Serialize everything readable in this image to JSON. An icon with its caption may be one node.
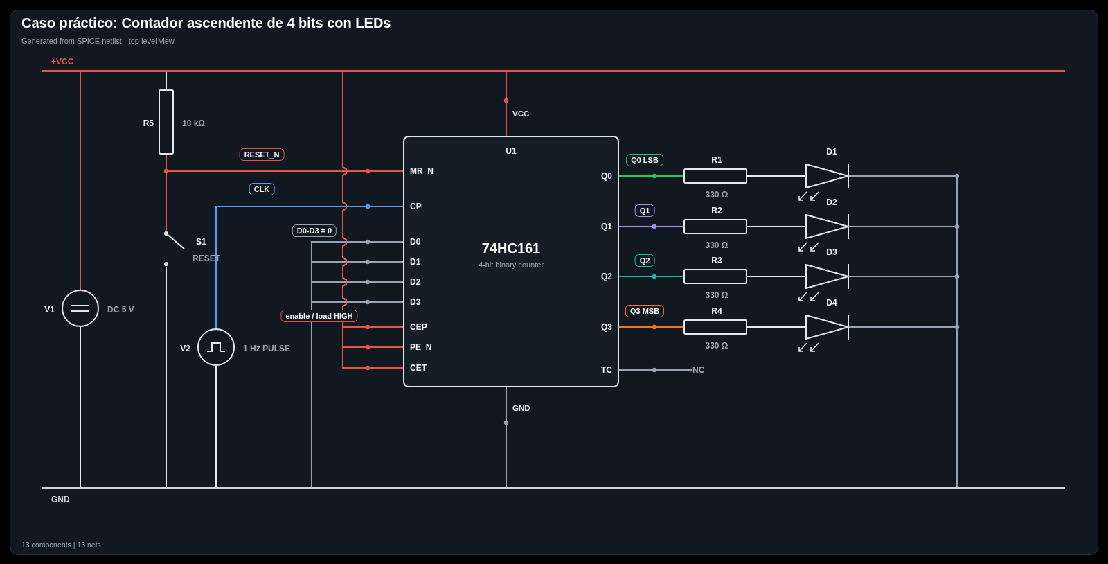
{
  "diagram": {
    "title": "Caso práctico: Contador ascendente de 4 bits con LEDs",
    "caption": "13 components | 13 nets",
    "nodes": [
      {
        "text": [
          "+VCC"
        ]
      },
      {
        "text": [
          "GND"
        ]
      },
      {
        "text": [
          "R5"
        ],
        "beside": [
          "10 kΩ"
        ]
      },
      {
        "text": [
          "S1"
        ],
        "beside": [
          "RESET"
        ]
      },
      {
        "text": [
          "V1"
        ],
        "beside": [
          "DC 5 V"
        ]
      },
      {
        "text": [
          "V2"
        ],
        "beside": [
          "1 Hz PULSE"
        ]
      },
      {
        "text": [
          "U1",
          "74HC161",
          "4-bit binary counter"
        ]
      },
      {
        "text": [
          "MR_N"
        ],
        "in": 6
      },
      {
        "text": [
          "CP"
        ],
        "in": 6
      },
      {
        "text": [
          "D0"
        ],
        "in": 6
      },
      {
        "text": [
          "D1"
        ],
        "in": 6
      },
      {
        "text": [
          "D2"
        ],
        "in": 6
      },
      {
        "text": [
          "D3"
        ],
        "in": 6
      },
      {
        "text": [
          "CEP"
        ],
        "in": 6
      },
      {
        "text": [
          "PE_N"
        ],
        "in": 6
      },
      {
        "text": [
          "CET"
        ],
        "in": 6
      },
      {
        "text": [
          "Q0"
        ],
        "in": 6
      },
      {
        "text": [
          "Q1"
        ],
        "in": 6
      },
      {
        "text": [
          "Q2"
        ],
        "in": 6
      },
      {
        "text": [
          "Q3"
        ],
        "in": 6
      },
      {
        "text": [
          "TC"
        ],
        "in": 6
      },
      {
        "text": [
          "R1"
        ],
        "beside": [
          "330 Ω"
        ]
      },
      {
        "text": [
          "R2"
        ],
        "beside": [
          "330 Ω"
        ]
      },
      {
        "text": [
          "R3"
        ],
        "beside": [
          "330 Ω"
        ]
      },
      {
        "text": [
          "R4"
        ],
        "beside": [
          "330 Ω"
        ]
      },
      {
        "text": [
          "D1"
        ]
      },
      {
        "text": [
          "D2"
        ]
      },
      {
        "text": [
          "D3"
        ]
      },
      {
        "text": [
          "D4"
        ]
      },
      {
        "text": [
          "NC"
        ]
      }
    ],
    "edges": [
      {
        "from": 4,
        "to": 0,
        "arrow": "none",
        "color": "#e5534b"
      },
      {
        "from": 4,
        "to": 1,
        "arrow": "none"
      },
      {
        "from": 0,
        "to": 2,
        "arrow": "none"
      },
      {
        "from": 2,
        "to": 7,
        "arrow": "none",
        "label": "RESET_N",
        "color": "#e5534b"
      },
      {
        "from": 2,
        "to": 3,
        "arrow": "none",
        "color": "#e5534b"
      },
      {
        "from": 3,
        "to": 1,
        "arrow": "none"
      },
      {
        "from": 5,
        "to": 8,
        "arrow": "none",
        "label": "CLK",
        "color": "#5b9cf0"
      },
      {
        "from": 5,
        "to": 1,
        "arrow": "none"
      },
      {
        "from": 1,
        "to": 9,
        "arrow": "none",
        "label": "D0-D3 = 0",
        "color": "#94a3b8"
      },
      {
        "from": 1,
        "to": 10,
        "arrow": "none",
        "color": "#94a3b8"
      },
      {
        "from": 1,
        "to": 11,
        "arrow": "none",
        "color": "#94a3b8"
      },
      {
        "from": 1,
        "to": 12,
        "arrow": "none",
        "color": "#94a3b8"
      },
      {
        "from": 0,
        "to": 13,
        "arrow": "none",
        "label": "enable / load HIGH",
        "color": "#e5534b"
      },
      {
        "from": 0,
        "to": 14,
        "arrow": "none",
        "color": "#e5534b"
      },
      {
        "from": 0,
        "to": 15,
        "arrow": "none",
        "color": "#e5534b"
      },
      {
        "from": 0,
        "to": 6,
        "arrow": "none",
        "label": "VCC",
        "color": "#e5534b"
      },
      {
        "from": 6,
        "to": 1,
        "arrow": "none",
        "label": "GND",
        "color": "#94a3b8"
      },
      {
        "from": 16,
        "to": 21,
        "arrow": "none",
        "label": "Q0 LSB",
        "color": "#22c55e"
      },
      {
        "from": 17,
        "to": 22,
        "arrow": "none",
        "label": "Q1",
        "color": "#a78bfa"
      },
      {
        "from": 18,
        "to": 23,
        "arrow": "none",
        "label": "Q2",
        "color": "#14b8a6"
      },
      {
        "from": 19,
        "to": 24,
        "arrow": "none",
        "label": "Q3 MSB",
        "color": "#f97316"
      },
      {
        "from": 21,
        "to": 25,
        "arrow": "none"
      },
      {
        "from": 22,
        "to": 26,
        "arrow": "none"
      },
      {
        "from": 23,
        "to": 27,
        "arrow": "none"
      },
      {
        "from": 24,
        "to": 28,
        "arrow": "none"
      },
      {
        "from": 25,
        "to": 1,
        "arrow": "none",
        "color": "#94a3b8"
      },
      {
        "from": 26,
        "to": 1,
        "arrow": "none",
        "color": "#94a3b8"
      },
      {
        "from": 27,
        "to": 1,
        "arrow": "none",
        "color": "#94a3b8"
      },
      {
        "from": 28,
        "to": 1,
        "arrow": "none",
        "color": "#94a3b8"
      },
      {
        "from": 20,
        "to": 29,
        "arrow": "none",
        "color": "#94a3b8"
      }
    ],
    "labels": [
      "Generated from SPICE netlist - top level view"
    ]
  }
}
